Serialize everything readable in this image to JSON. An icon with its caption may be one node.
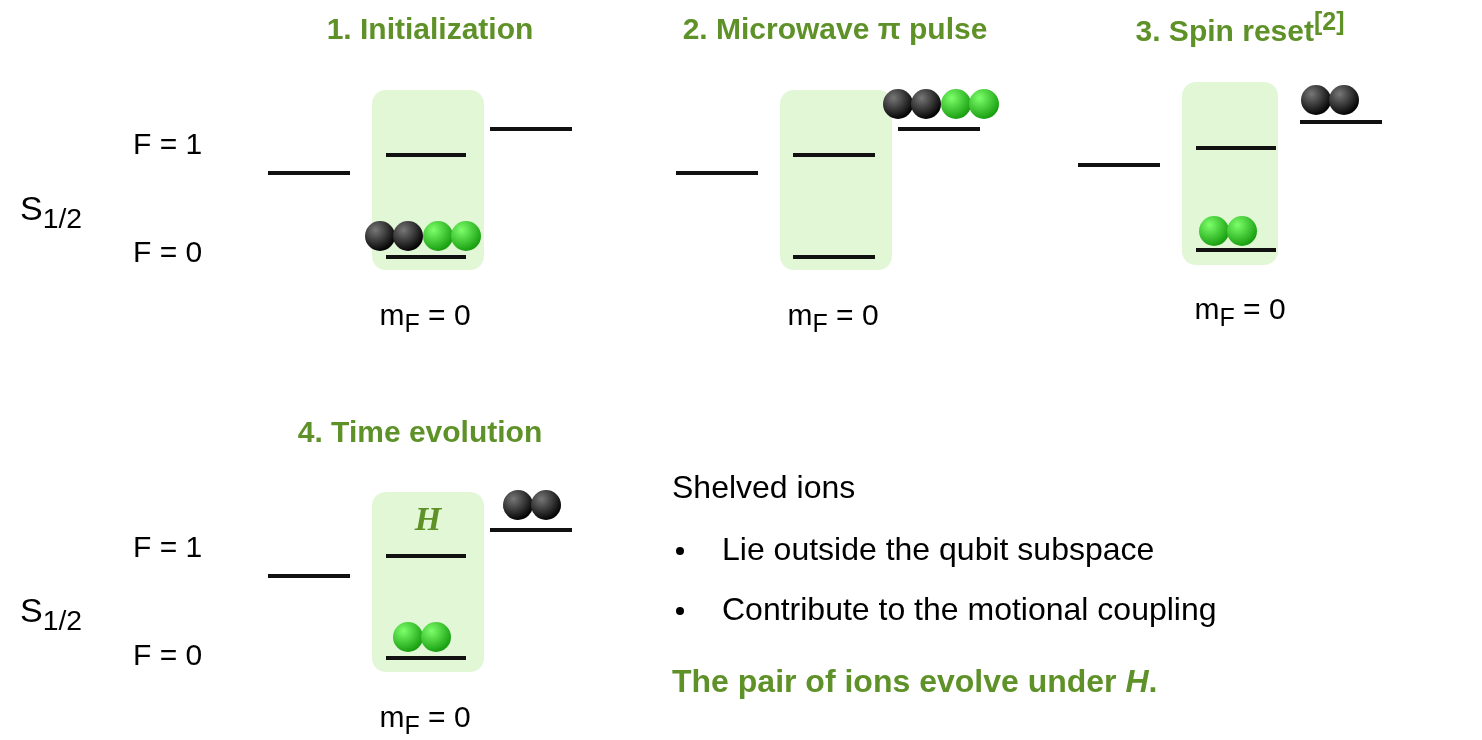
{
  "diagram": {
    "nodes": [
      {
        "text": [],
        "shape": "box"
      },
      {
        "text": [],
        "shape": "box"
      },
      {
        "text": [],
        "shape": "box"
      },
      {
        "text": [
          "H"
        ]
      }
    ],
    "labels": [
      "1. Initialization",
      "2. Microwave π pulse",
      "3. Spin reset$^{[2]}$",
      "F = 1",
      "S$_{1/2}$",
      "F = 0",
      "m$_{F}$ = 0",
      "m$_{F}$ = 0",
      "m$_{F}$ = 0",
      "4. Time evolution",
      "F = 1",
      "S$_{1/2}$",
      "F = 0",
      "m$_{F}$ = 0",
      "Shelved ions",
      "Lie outside the qubit subspace",
      "Contribute to the motional coupling",
      "The pair of ions evolve under *H*."
    ]
  }
}
